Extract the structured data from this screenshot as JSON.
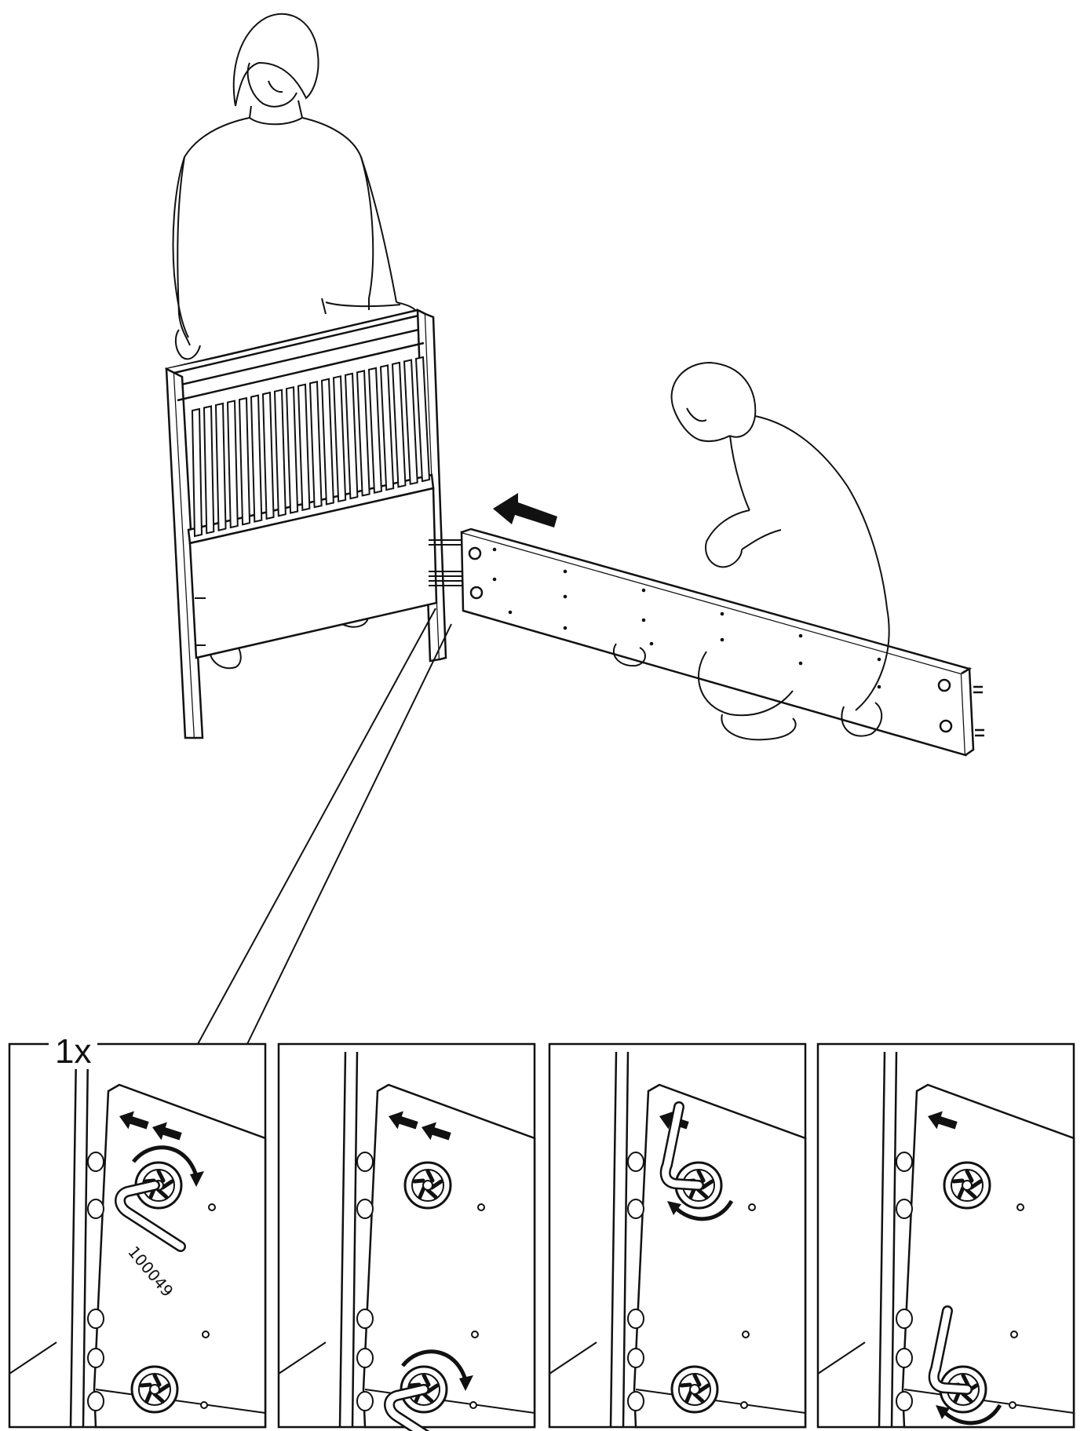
{
  "step": {
    "quantity_label": "1x",
    "tool_part_number": "100049"
  },
  "detail_panels": [
    {
      "id": "panel-1",
      "action": "insert-and-tighten-top-cam"
    },
    {
      "id": "panel-2",
      "action": "tighten-bottom-cam"
    },
    {
      "id": "panel-3",
      "action": "rotate-top-cam"
    },
    {
      "id": "panel-4",
      "action": "rotate-bottom-cam"
    }
  ],
  "colors": {
    "line": "#111111",
    "background": "#ffffff"
  }
}
